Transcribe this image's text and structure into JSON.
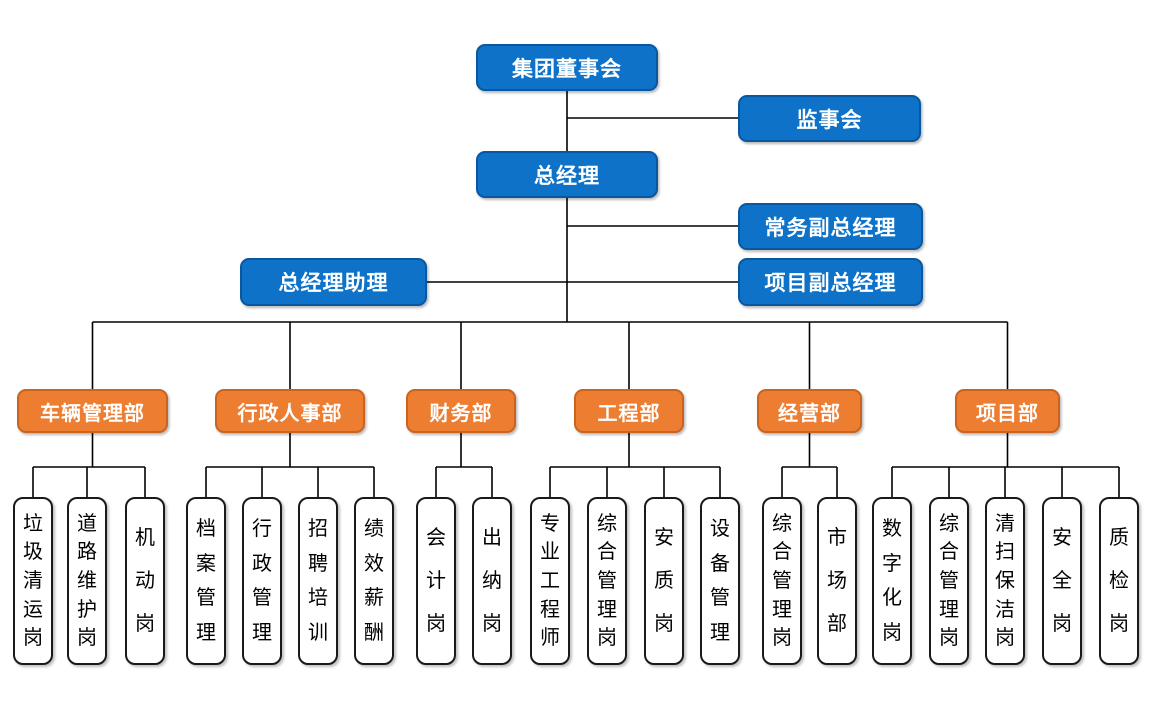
{
  "chart_title": "",
  "colors": {
    "executive_box": "#0D72C8",
    "executive_border": "#0A57A0",
    "department_box": "#EC7D31",
    "department_border": "#C9631F",
    "position_box_bg": "#FFFFFF",
    "position_box_border": "#1A1A1A",
    "connector_line": "#000000",
    "executive_text": "#FFFFFF",
    "position_text": "#000000"
  },
  "nodes": {
    "board": "集团董事会",
    "supervisory": "监事会",
    "general_manager": "总经理",
    "executive_deputy_gm": "常务副总经理",
    "gm_assistant": "总经理助理",
    "project_deputy_gm": "项目副总经理"
  },
  "departments": [
    {
      "label": "车辆管理部",
      "children": [
        "垃圾清运岗",
        "道路维护岗",
        "机动岗"
      ]
    },
    {
      "label": "行政人事部",
      "children": [
        "档案管理",
        "行政管理",
        "招聘培训",
        "绩效薪酬"
      ]
    },
    {
      "label": "财务部",
      "children": [
        "会计岗",
        "出纳岗"
      ]
    },
    {
      "label": "工程部",
      "children": [
        "专业工程师",
        "综合管理岗",
        "安质岗",
        "设备管理"
      ]
    },
    {
      "label": "经营部",
      "children": [
        "综合管理岗",
        "市场部"
      ]
    },
    {
      "label": "项目部",
      "children": [
        "数字化岗",
        "综合管理岗",
        "清扫保洁岗",
        "安全岗",
        "质检岗"
      ]
    }
  ]
}
